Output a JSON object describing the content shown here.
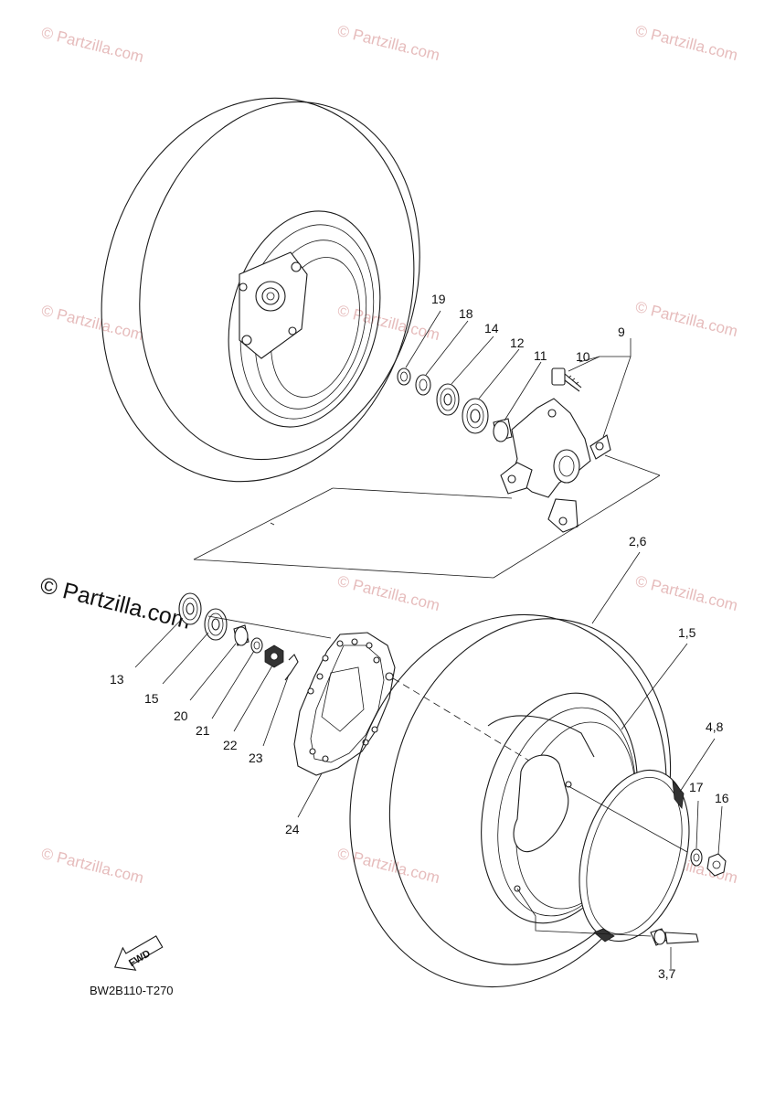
{
  "watermark": "© Partzilla.com",
  "watermark_main": "© Partzilla.com",
  "diagram_code": "BW2B110-T270",
  "fwd_label": "FWD",
  "callouts": {
    "c19": "19",
    "c18": "18",
    "c14": "14",
    "c12": "12",
    "c11": "11",
    "c10": "10",
    "c9": "9",
    "c26": "2,6",
    "c15b": "1,5",
    "c48": "4,8",
    "c17": "17",
    "c16": "16",
    "c37": "3,7",
    "c13": "13",
    "c15": "15",
    "c20": "20",
    "c21": "21",
    "c22": "22",
    "c23": "23",
    "c24": "24"
  },
  "icons": {
    "arrow": "fwd-arrow-icon"
  }
}
